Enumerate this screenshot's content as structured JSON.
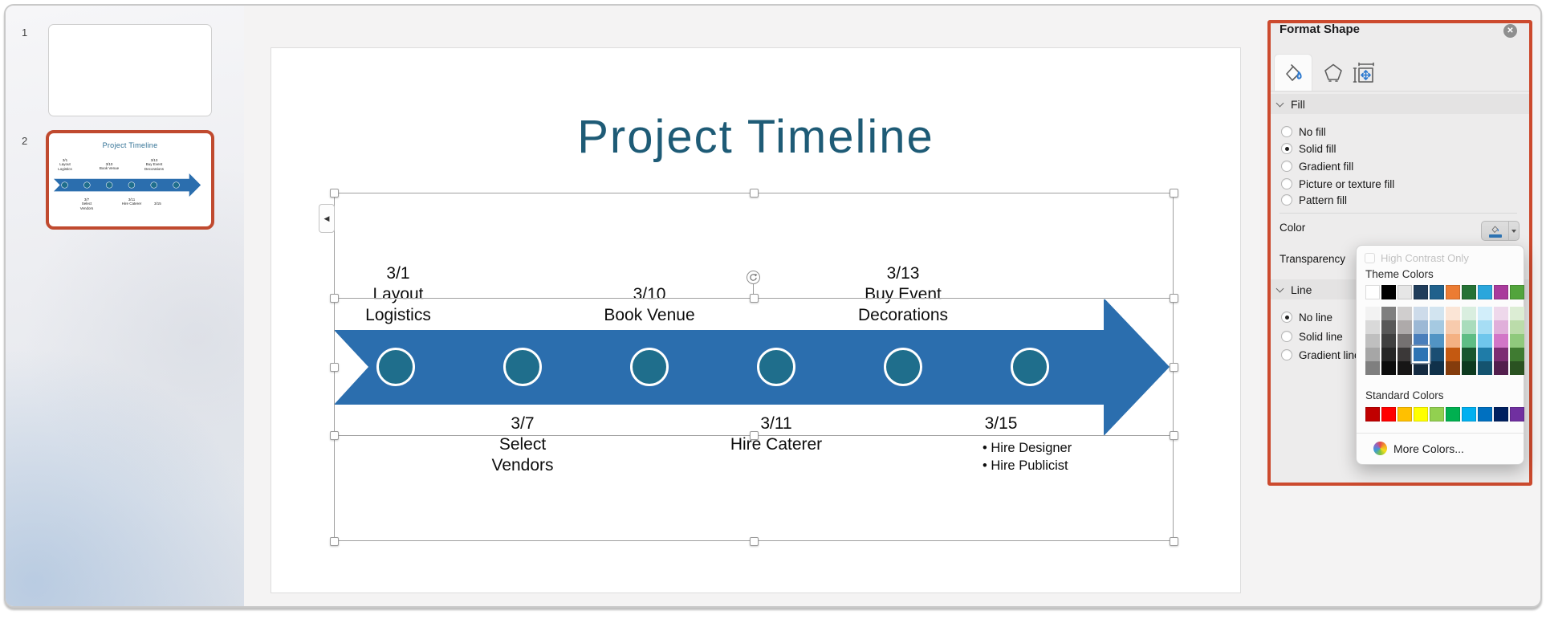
{
  "sidebar": {
    "slides": [
      {
        "number": "1"
      },
      {
        "number": "2"
      }
    ]
  },
  "slide": {
    "title": "Project Timeline",
    "timeline": {
      "arrow_color": "#2B6EAE",
      "circle_color": "#1F6E8C",
      "top_labels": [
        {
          "text": "3/1\nLayout\nLogistics"
        },
        {
          "text": "3/10\nBook Venue"
        },
        {
          "text": "3/13\nBuy Event\nDecorations"
        }
      ],
      "bottom_labels": [
        {
          "text": "3/7\nSelect\nVendors"
        },
        {
          "text": "3/11\nHire Caterer"
        }
      ],
      "final_label": {
        "date": "3/15",
        "bullets": [
          "• Hire Designer",
          "• Hire Publicist"
        ]
      }
    }
  },
  "panel": {
    "title": "Format Shape",
    "close_glyph": "✕",
    "text_pane_toggle_glyph": "◀",
    "fill_section": {
      "label": "Fill",
      "options": [
        "No fill",
        "Solid fill",
        "Gradient fill",
        "Picture or texture fill",
        "Pattern fill"
      ],
      "selected": "Solid fill"
    },
    "color_label": "Color",
    "transparency_label": "Transparency",
    "line_section": {
      "label": "Line",
      "options": [
        "No line",
        "Solid line",
        "Gradient line"
      ],
      "selected": "No line"
    },
    "accent_color": "#2E74B4",
    "annotation_color": "#CC4A2E"
  },
  "color_popup": {
    "high_contrast_label": "High Contrast Only",
    "theme_header": "Theme Colors",
    "standard_header": "Standard Colors",
    "more_colors_label": "More Colors...",
    "theme_colors": [
      "#FFFFFF",
      "#000000",
      "#E6E6E6",
      "#1F3C5A",
      "#20618C",
      "#EC7C33",
      "#257235",
      "#2AA6DC",
      "#A93B9C",
      "#52A43C"
    ],
    "variant_rows": [
      [
        "#F2F2F2",
        "#7F7F7F",
        "#D0CECE",
        "#CDDBEA",
        "#D2E4F0",
        "#FBE5D6",
        "#D9EEDF",
        "#D2EEFA",
        "#EED8EB",
        "#DCEDD4"
      ],
      [
        "#D9D9D9",
        "#595959",
        "#AEAAAA",
        "#9CB8D5",
        "#A5C9E1",
        "#F7CBAD",
        "#A9DCBC",
        "#A6DDF4",
        "#E0AFDA",
        "#BBDCAA"
      ],
      [
        "#BFBFBF",
        "#404040",
        "#757171",
        "#4A7EBB",
        "#5294C4",
        "#F4B183",
        "#5FBD85",
        "#6FC6EC",
        "#D276C7",
        "#8FC97C"
      ],
      [
        "#A6A6A6",
        "#262626",
        "#3B3838",
        "#2E74B4",
        "#1A4E73",
        "#C45911",
        "#18562F",
        "#1F7CA8",
        "#7C2D73",
        "#3F7B31"
      ],
      [
        "#7F7F7F",
        "#0D0D0D",
        "#171616",
        "#142A40",
        "#10314A",
        "#843C0C",
        "#0D3A1F",
        "#14536F",
        "#531E4D",
        "#2A5221"
      ]
    ],
    "selected_variant": {
      "row": 3,
      "col": 3
    },
    "standard_colors": [
      "#C00000",
      "#FF0000",
      "#FFC000",
      "#FFFF00",
      "#92D050",
      "#00B050",
      "#00B0F0",
      "#0070C0",
      "#002060",
      "#7030A0"
    ]
  }
}
